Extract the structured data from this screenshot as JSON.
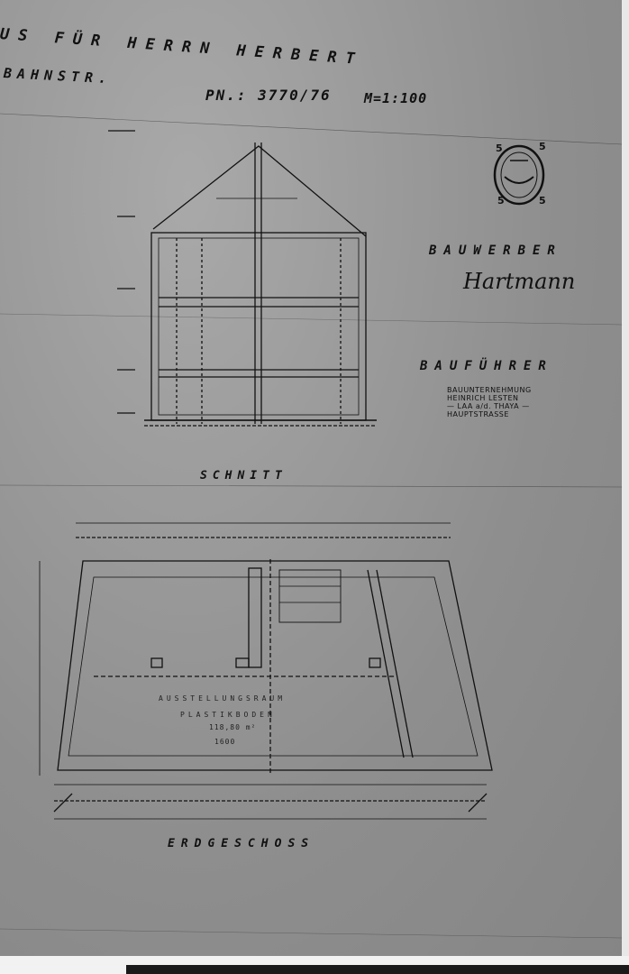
{
  "title": {
    "line1": "US FÜR HERRN HERBERT",
    "line2": "BAHNSTR.",
    "parcel": "PN.: 3770/76",
    "scale": "M=1:100"
  },
  "labels": {
    "bauwerber": "BAUWERBER",
    "signature": "Hartmann",
    "baufuehrer": "BAUFÜHRER",
    "section": "SCHNITT",
    "ground_floor": "ERDGESCHOSS"
  },
  "contractor_stamp": {
    "line1": "BAUUNTERNEHMUNG",
    "line2": "HEINRICH LESTEN",
    "line3": "— LAA a/d. THAYA —",
    "line4": "HAUPTSTRASSE"
  },
  "revenue_stamp": {
    "value": "5"
  },
  "floor_plan": {
    "room_name": "AUSSTELLUNGSRAUM",
    "floor_type": "PLASTIKBODEN",
    "area": "118,80 m²",
    "dimension": "1600"
  },
  "colors": {
    "ink": "#111111",
    "paper": "#9a9a9a"
  }
}
